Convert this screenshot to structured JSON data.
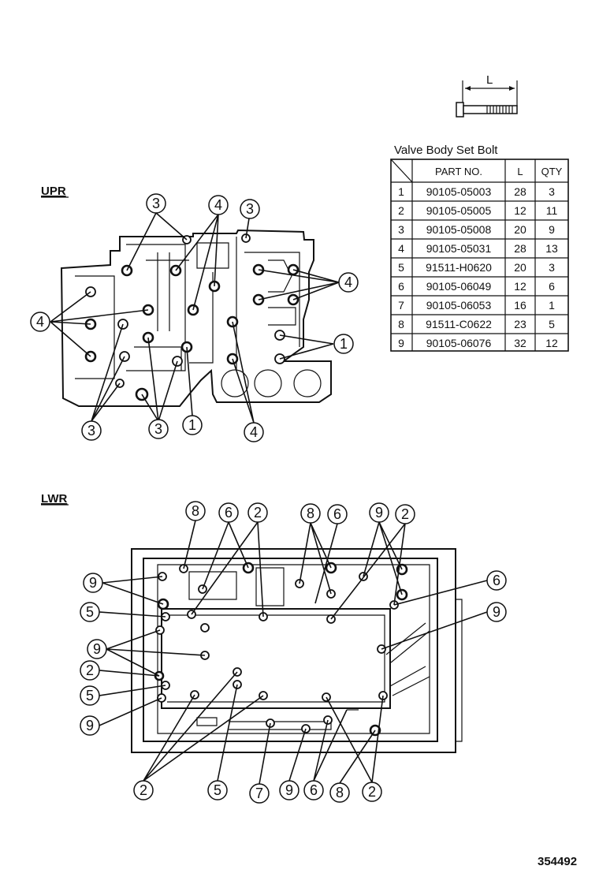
{
  "bolt_dimension_label": "L",
  "table": {
    "title": "Valve Body Set Bolt",
    "headers": [
      "PART NO.",
      "L",
      "QTY"
    ],
    "rows": [
      {
        "no": "1",
        "part": "90105-05003",
        "l": "28",
        "qty": "3"
      },
      {
        "no": "2",
        "part": "90105-05005",
        "l": "12",
        "qty": "11"
      },
      {
        "no": "3",
        "part": "90105-05008",
        "l": "20",
        "qty": "9"
      },
      {
        "no": "4",
        "part": "90105-05031",
        "l": "28",
        "qty": "13"
      },
      {
        "no": "5",
        "part": "91511-H0620",
        "l": "20",
        "qty": "3"
      },
      {
        "no": "6",
        "part": "90105-06049",
        "l": "12",
        "qty": "6"
      },
      {
        "no": "7",
        "part": "90105-06053",
        "l": "16",
        "qty": "1"
      },
      {
        "no": "8",
        "part": "91511-C0622",
        "l": "23",
        "qty": "5"
      },
      {
        "no": "9",
        "part": "90105-06076",
        "l": "32",
        "qty": "12"
      }
    ]
  },
  "upper": {
    "label": "UPR",
    "callouts": [
      "3",
      "4",
      "3",
      "4",
      "4",
      "1",
      "3",
      "3",
      "1",
      "4"
    ]
  },
  "lower": {
    "label": "LWR",
    "callouts": [
      "8",
      "6",
      "2",
      "8",
      "6",
      "9",
      "2",
      "9",
      "5",
      "6",
      "9",
      "9",
      "2",
      "5",
      "9",
      "2",
      "5",
      "7",
      "9",
      "6",
      "8",
      "2"
    ]
  },
  "figure_number": "354492"
}
